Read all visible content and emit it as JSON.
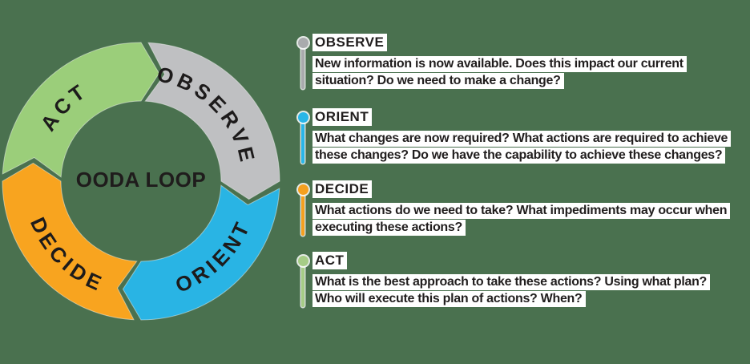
{
  "background_color": "#4a714f",
  "diagram": {
    "center_label": "OODA LOOP",
    "segments": [
      {
        "id": "observe",
        "label": "OBSERVE",
        "color": "#bfc0c2"
      },
      {
        "id": "orient",
        "label": "ORIENT",
        "color": "#29b4e4"
      },
      {
        "id": "decide",
        "label": "DECIDE",
        "color": "#f8a41f"
      },
      {
        "id": "act",
        "label": "ACT",
        "color": "#9bce7a"
      }
    ]
  },
  "legend": {
    "items": [
      {
        "id": "observe",
        "title": "OBSERVE",
        "color": "#a9abad",
        "description": "New information is now available. Does this impact our current\nsituation? Do we need to make a change?"
      },
      {
        "id": "orient",
        "title": "ORIENT",
        "color": "#29b6e8",
        "description": "What changes are now required? What actions are required to achieve\nthese changes? Do we have the capability to achieve these changes?"
      },
      {
        "id": "decide",
        "title": "DECIDE",
        "color": "#f5a01f",
        "description": "What actions do we need to take? What impediments may occur when\nexecuting these actions?"
      },
      {
        "id": "act",
        "title": "ACT",
        "color": "#a6cc86",
        "description": "What is the best approach to take these actions? Using what plan?\nWho will execute this plan of actions? When?"
      }
    ]
  }
}
